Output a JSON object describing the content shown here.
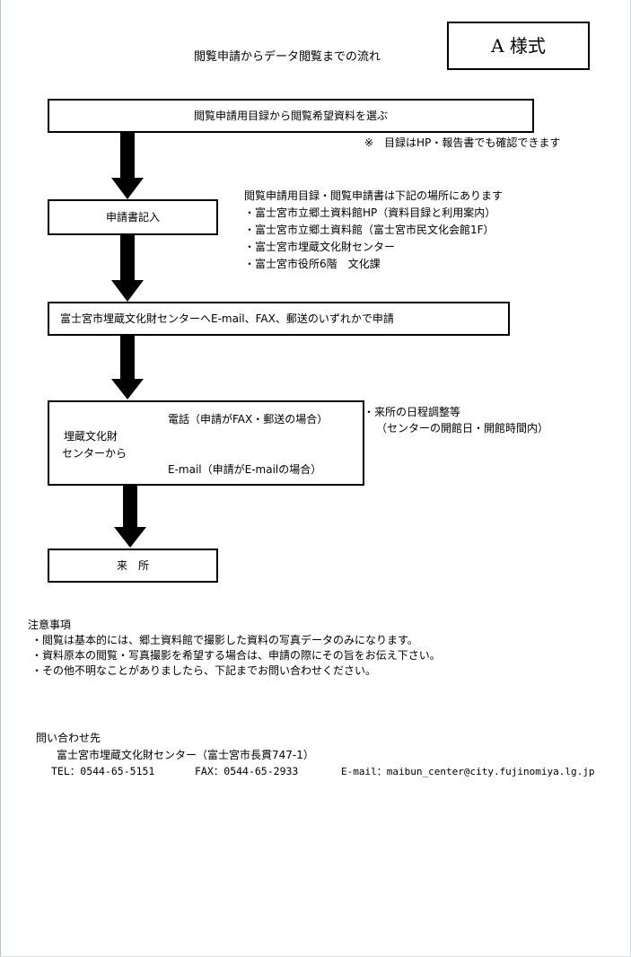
{
  "form_label": "A 様式",
  "title": "閲覧申請からデータ閲覧までの流れ",
  "steps": {
    "step1": "閲覧申請用目録から閲覧希望資料を選ぶ",
    "step1_note": "※　目録はHP・報告書でも確認できます",
    "step2": "申請書記入",
    "step2_info": [
      "閲覧申請用目録・閲覧申請書は下記の場所にあります",
      "・富士宮市立郷土資料館HP（資料目録と利用案内）",
      "・富士宮市立郷土資料館（富士宮市民文化会館1F）",
      "・富士宮市埋蔵文化財センター",
      "・富士宮市役所6階　文化課"
    ],
    "step3": "富士宮市埋蔵文化財センターへE-mail、FAX、郵送のいずれかで申請",
    "step4": {
      "from_label_1": "埋蔵文化財",
      "from_label_2": "センターから",
      "phone": "電話（申請がFAX・郵送の場合）",
      "email": "E-mail（申請がE-mailの場合）",
      "side_note_1": "・来所の日程調整等",
      "side_note_2": "（センターの開館日・開館時間内）"
    },
    "step5": "来　所"
  },
  "notes": {
    "heading": "注意事項",
    "items": [
      "・閲覧は基本的には、郷土資料館で撮影した資料の写真データのみになります。",
      "・資料原本の閲覧・写真撮影を希望する場合は、申請の際にその旨をお伝え下さい。",
      "・その他不明なことがありましたら、下記までお問い合わせください。"
    ]
  },
  "contact": {
    "heading": "問い合わせ先",
    "org": "富士宮市埋蔵文化財センター（富士宮市長貫747-1）",
    "tel": "TEL：0544-65-5151",
    "fax": "FAX：0544-65-2933",
    "email": "E-mail：maibun_center@city.fujinomiya.lg.jp"
  }
}
